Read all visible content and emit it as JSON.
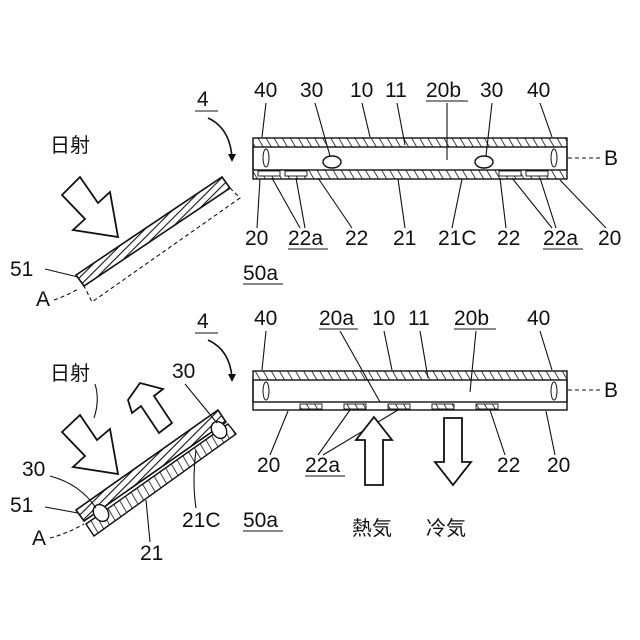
{
  "top": {
    "ref_4": "4",
    "ref_40_left": "40",
    "ref_30_left": "30",
    "ref_10": "10",
    "ref_11": "11",
    "ref_20b": "20b",
    "ref_30_right": "30",
    "ref_40_right": "40",
    "ref_B": "B",
    "ref_20_left": "20",
    "ref_22a_left": "22a",
    "ref_22_left": "22",
    "ref_21": "21",
    "ref_21C": "21C",
    "ref_22_right": "22",
    "ref_22a_right": "22a",
    "ref_20_right": "20",
    "ref_50a": "50a",
    "ref_51": "51",
    "ref_A": "A",
    "sunlight": "日射"
  },
  "bottom": {
    "ref_4": "4",
    "ref_40_left": "40",
    "ref_20a": "20a",
    "ref_10": "10",
    "ref_11": "11",
    "ref_20b": "20b",
    "ref_40_right": "40",
    "ref_B": "B",
    "ref_20_left": "20",
    "ref_22a": "22a",
    "ref_22": "22",
    "ref_20_right": "20",
    "ref_50a": "50a",
    "ref_30_top": "30",
    "ref_30_left": "30",
    "ref_51": "51",
    "ref_A": "A",
    "ref_21C": "21C",
    "ref_21": "21",
    "sunlight": "日射",
    "heat": "熱気",
    "cold": "冷気"
  }
}
